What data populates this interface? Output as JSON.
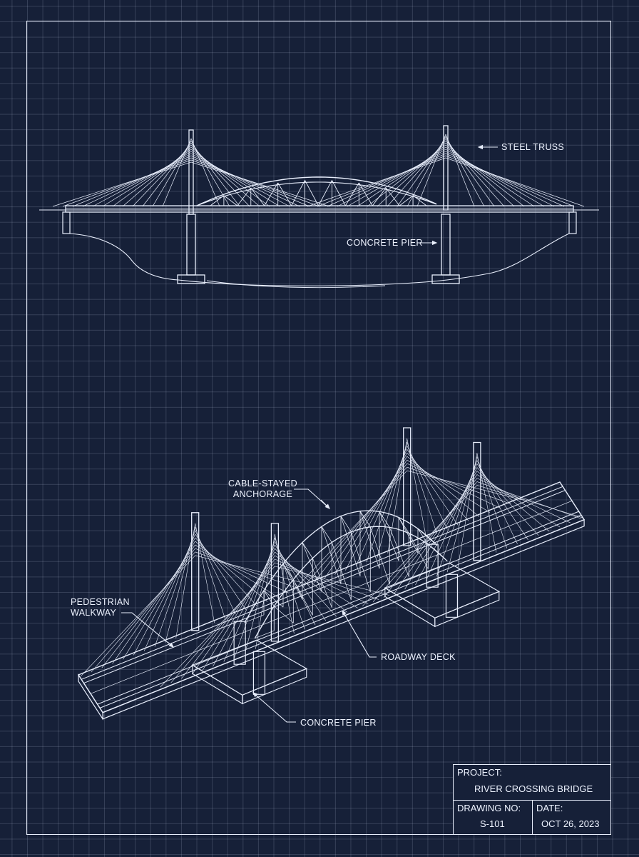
{
  "labels": {
    "steel_truss": "STEEL TRUSS",
    "concrete_pier_top": "CONCRETE PIER",
    "cable_stayed": [
      "CABLE-STAYED",
      "ANCHORAGE"
    ],
    "pedestrian": [
      "PEDESTRIAN",
      "WALKWAY"
    ],
    "roadway_deck": "ROADWAY DECK",
    "concrete_pier_bottom": "CONCRETE PIER"
  },
  "title_block": {
    "project_label": "PROJECT:",
    "project_value": "RIVER CROSSING BRIDGE",
    "drawing_label": "DRAWING NO:",
    "drawing_value": "S-101",
    "date_label": "DATE:",
    "date_value": "OCT 26, 2023"
  },
  "colors": {
    "background": "#162038",
    "line": "#e8eefc",
    "grid": "#aab8e0"
  }
}
